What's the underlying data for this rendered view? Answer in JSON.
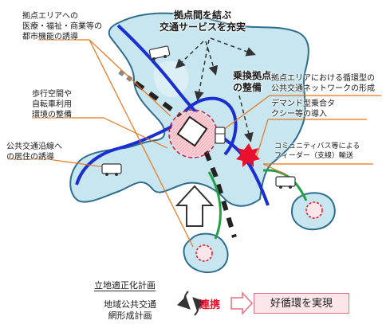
{
  "diagram": {
    "labels": {
      "connect_services": [
        "拠点間を結ぶ",
        "交通サービスを充実"
      ],
      "transfer_hub": [
        "乗換拠点",
        "の整備"
      ],
      "urban_functions": [
        "拠点エリアへの",
        "医療・福祉・商業等の",
        "都市機能の誘導"
      ],
      "walk_bike": [
        "歩行空間や",
        "自転車利用",
        "環境の整備"
      ],
      "residence": [
        "公共交通沿線へ",
        "の居住の誘導"
      ],
      "circular_network": [
        "拠点エリアにおける循環型の",
        "公共交通ネットワークの形成"
      ],
      "demand_taxi": [
        "デマンド型乗合タ",
        "クシー等の導入"
      ],
      "feeder": [
        "コミュニティバス等による",
        "フィーダー（支線）輸送"
      ]
    },
    "plans": {
      "location_plan": "立地適正化計画",
      "transport_plan": [
        "地域公共交通",
        "網形成計画"
      ]
    },
    "link_label": "連携",
    "result_label": "好循環を実現"
  },
  "colors": {
    "land": "#c8e6ef",
    "land_stroke": "#2f6e8c",
    "rail": "#1a2fd0",
    "feeder": "#23a046",
    "hub": "#e8102a",
    "pointer": "#e8741a",
    "arrow_dark": "#333333",
    "link_red": "#e8102a"
  },
  "icons": [
    "bus-icon",
    "train-icon",
    "upward-arrow-icon",
    "cycle-arrows-icon",
    "hollow-arrow-icon"
  ]
}
